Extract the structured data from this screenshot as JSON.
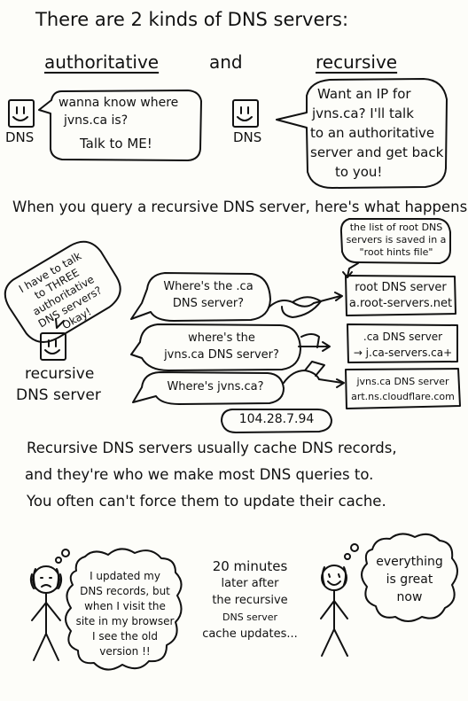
{
  "page_title": "There are 2 kinds of DNS servers:",
  "kinds": {
    "authoritative": {
      "heading": "authoritative",
      "server_label": "DNS",
      "speech": {
        "line1": "wanna know where",
        "line2": "jvns.ca is?",
        "line3": "Talk to ME!"
      }
    },
    "and_word": "and",
    "recursive": {
      "heading": "recursive",
      "server_label": "DNS",
      "speech": {
        "line1": "Want an IP for",
        "line2": "jvns.ca? I'll talk",
        "line3": "to an authoritative",
        "line4": "server and get back",
        "line5": "to you!"
      }
    }
  },
  "query_section": {
    "heading": "When you query a recursive DNS server, here's what happens:",
    "root_hints_note": {
      "line1": "the list of root DNS",
      "line2": "servers is saved in a",
      "line3": "\"root hints file\""
    },
    "three_servers_note": {
      "line1": "I have to talk",
      "line2": "to THREE",
      "line3": "authoritative",
      "line4": "DNS servers?",
      "line5": "Okay!"
    },
    "server_label": {
      "line1": "recursive",
      "line2": "DNS server"
    },
    "questions": [
      {
        "line1": "Where's the .ca",
        "line2": "DNS server?"
      },
      {
        "line1": "where's the",
        "line2": "jvns.ca DNS server?"
      },
      {
        "line1": "Where's jvns.ca?"
      }
    ],
    "servers": [
      {
        "name": "root DNS server",
        "host": "a.root-servers.net"
      },
      {
        "name": ".ca DNS server",
        "host": "→ j.ca-servers.ca+"
      },
      {
        "name": "jvns.ca DNS server",
        "host": "art.ns.cloudflare.com"
      }
    ],
    "answer_ip": "104.28.7.94"
  },
  "cache_section": {
    "line1": "Recursive DNS servers usually cache DNS records,",
    "line2": "and they're who we make most DNS queries to.",
    "line3": "You often can't force them to update their cache."
  },
  "comic": {
    "person1_speech": {
      "line1": "I updated my",
      "line2": "DNS records, but",
      "line3": "when I visit the",
      "line4": "site in my browser",
      "line5": "I see the old",
      "line6": "version !!"
    },
    "narration": {
      "line1": "20 minutes",
      "line2": "later after",
      "line3": "the recursive",
      "line4": "DNS server",
      "line5": "cache updates..."
    },
    "person2_speech": {
      "line1": "everything",
      "line2": "is great",
      "line3": "now"
    }
  }
}
